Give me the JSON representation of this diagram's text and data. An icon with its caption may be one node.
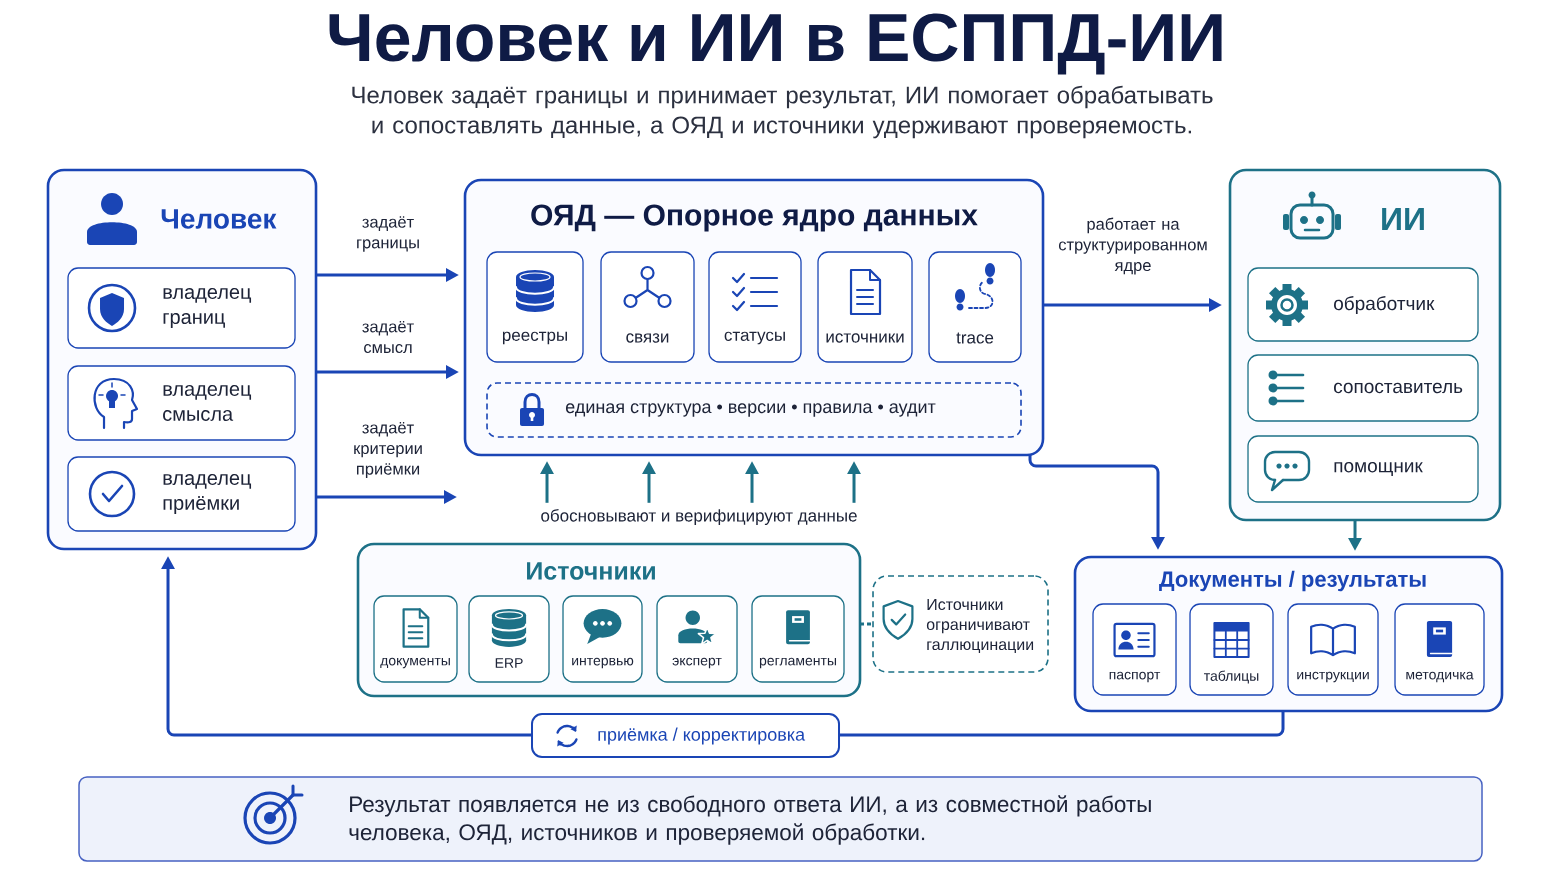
{
  "diagram": {
    "title": "Человек и ИИ в ЕСППД-ИИ",
    "nodes": [
      {
        "text": [
          "Человек"
        ]
      },
      {
        "text": [
          "владелец границ"
        ],
        "in": 0
      },
      {
        "text": [
          "владелец смысла"
        ],
        "in": 0
      },
      {
        "text": [
          "владелец приёмки"
        ],
        "in": 0
      },
      {
        "text": [
          "ОЯД — Опорное ядро данных"
        ]
      },
      {
        "text": [
          "реестры"
        ],
        "in": 4
      },
      {
        "text": [
          "связи"
        ],
        "in": 4
      },
      {
        "text": [
          "статусы"
        ],
        "in": 4
      },
      {
        "text": [
          "источники"
        ],
        "in": 4
      },
      {
        "text": [
          "trace"
        ],
        "in": 4
      },
      {
        "text": [
          "единая структура • версии • правила • аудит"
        ],
        "in": 4
      },
      {
        "text": [
          "ИИ"
        ]
      },
      {
        "text": [
          "обработчик"
        ],
        "in": 11
      },
      {
        "text": [
          "сопоставитель"
        ],
        "in": 11
      },
      {
        "text": [
          "помощник"
        ],
        "in": 11
      },
      {
        "text": [
          "обосновывают и верифицируют данные"
        ]
      },
      {
        "text": [
          "Источники"
        ]
      },
      {
        "text": [
          "документы"
        ],
        "in": 16
      },
      {
        "text": [
          "ERP"
        ],
        "in": 16
      },
      {
        "text": [
          "интервью"
        ],
        "in": 16
      },
      {
        "text": [
          "эксперт"
        ],
        "in": 16
      },
      {
        "text": [
          "регламенты"
        ],
        "in": 16
      },
      {
        "text": [
          "Источники ограничивают галлюцинации"
        ]
      },
      {
        "text": [
          "Документы / результаты"
        ]
      },
      {
        "text": [
          "паспорт"
        ],
        "in": 23
      },
      {
        "text": [
          "таблицы"
        ],
        "in": 23
      },
      {
        "text": [
          "инструкции"
        ],
        "in": 23
      },
      {
        "text": [
          "методичка"
        ],
        "in": 23
      },
      {
        "text": [
          "приёмка / корректировка"
        ]
      },
      {
        "text": [
          "Результат появляется не из свободного ответа ИИ, а из совместной работы человека, ОЯД, источников и проверяемой обработки."
        ]
      }
    ],
    "edges": [
      {
        "from": 0,
        "to": 4,
        "arrow": "to",
        "label": "задаёт границы"
      },
      {
        "from": 0,
        "to": 4,
        "arrow": "to",
        "label": "задаёт смысл"
      },
      {
        "from": 0,
        "to": null,
        "arrow": "to",
        "label": "задаёт критерии приёмки"
      },
      {
        "from": 4,
        "to": 11,
        "arrow": "to",
        "label": "работает на структурированном ядре"
      },
      {
        "from": 4,
        "to": 23,
        "arrow": "to"
      },
      {
        "from": 11,
        "to": 23,
        "arrow": "to",
        "color": "#1d7187"
      },
      {
        "from": 15,
        "to": 4,
        "arrow": "to",
        "color": "#1d7187"
      },
      {
        "from": 15,
        "to": 4,
        "arrow": "to",
        "color": "#1d7187"
      },
      {
        "from": 15,
        "to": 4,
        "arrow": "to",
        "color": "#1d7187"
      },
      {
        "from": 15,
        "to": 4,
        "arrow": "to",
        "color": "#1d7187"
      },
      {
        "from": 16,
        "to": 22,
        "arrow": "none",
        "style": "dashed",
        "color": "#1d7187"
      },
      {
        "from": 23,
        "to": 28,
        "arrow": "none"
      },
      {
        "from": 28,
        "to": 0,
        "arrow": "to"
      }
    ],
    "labels": [
      "Человек задаёт границы и принимает результат, ИИ помогает обрабатывать и сопоставлять данные, а ОЯД и источники удерживают проверяемость."
    ]
  }
}
